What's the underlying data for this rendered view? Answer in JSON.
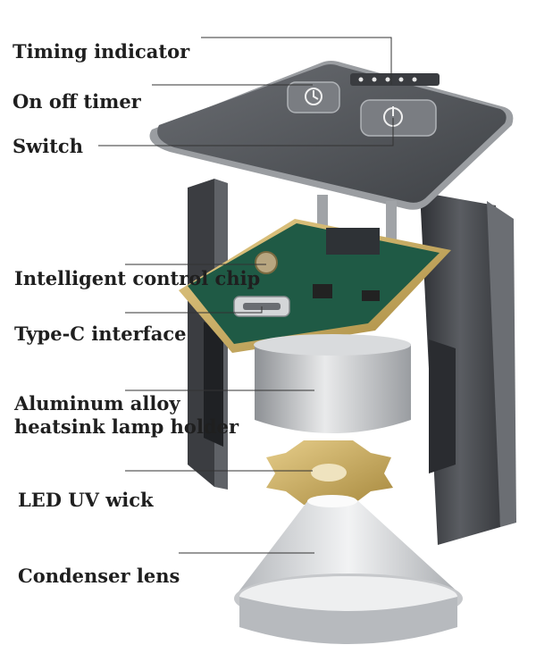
{
  "labels": {
    "timing_indicator": "Timing indicator",
    "on_off_timer": "On off timer",
    "switch": "Switch",
    "intelligent_control_chip": "Intelligent control chip",
    "type_c_interface": "Type-C interface",
    "heatsink_line1": "Aluminum alloy",
    "heatsink_line2": "heatsink lamp holder",
    "led_uv_wick": "LED UV wick",
    "condenser_lens": "Condenser lens"
  },
  "colors": {
    "label_text": "#1f1f1f",
    "leader_line": "#333333",
    "housing": "#4a4d52",
    "top_panel": "#54575c",
    "pcb": "#1f5a45",
    "gold_plate": "#c9a85e",
    "aluminum": "#c8cacc",
    "lens": "#d7d9dc"
  }
}
